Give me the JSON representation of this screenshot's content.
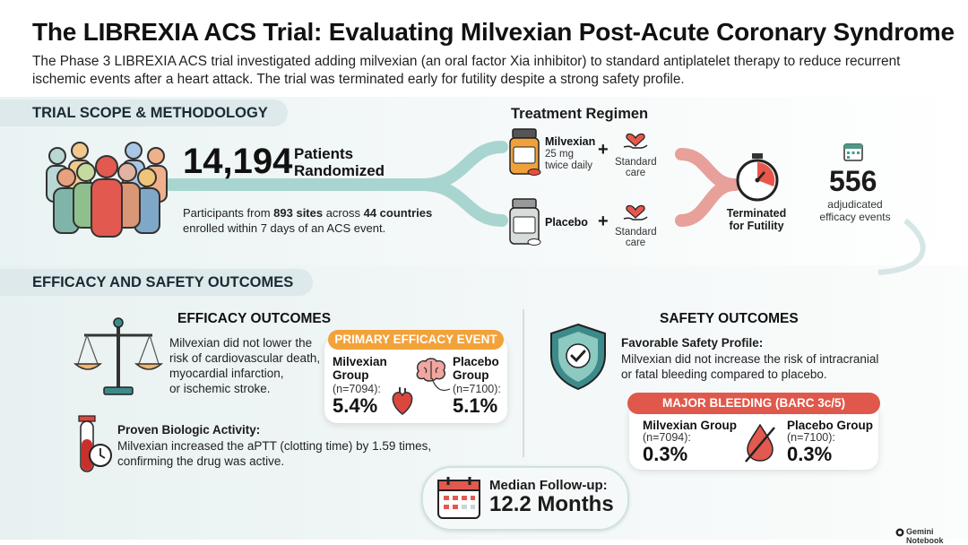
{
  "header": {
    "title": "The LIBREXIA ACS Trial: Evaluating Milvexian Post-Acute Coronary Syndrome",
    "subtitle": "The Phase 3 LIBREXIA ACS trial investigated adding milvexian (an oral factor Xia inhibitor) to standard antiplatelet therapy to reduce recurrent ischemic events after a heart attack. The trial was terminated early for futility despite a strong safety profile."
  },
  "scope": {
    "section_title": "TRIAL SCOPE & METHODOLOGY",
    "patients_number": "14,194",
    "patients_label_1": "Patients",
    "patients_label_2": "Randomized",
    "participants_pre": "Participants from ",
    "sites": "893 sites",
    "participants_mid": " across ",
    "countries": "44 countries",
    "participants_line2": "enrolled within 7 days of an ACS event.",
    "regimen_title": "Treatment Regimen",
    "milvexian_label": "Milvexian",
    "milvexian_dose_1": "25 mg",
    "milvexian_dose_2": "twice daily",
    "placebo_label": "Placebo",
    "plus": "+",
    "standard_1": "Standard",
    "standard_2": "care",
    "terminated_1": "Terminated",
    "terminated_2": "for Futility",
    "events_number": "556",
    "events_label_1": "adjudicated",
    "events_label_2": "efficacy events"
  },
  "outcomes": {
    "section_title": "EFFICACY AND SAFETY OUTCOMES",
    "efficacy_title": "EFFICACY OUTCOMES",
    "efficacy_text": [
      "Milvexian did not lower the",
      "risk of cardiovascular death,",
      "myocardial infarction,",
      "or ischemic stroke."
    ],
    "primary_title": "PRIMARY EFFICACY EVENT",
    "milv_group": [
      "Milvexian",
      "Group"
    ],
    "milv_n": "(n=7094):",
    "milv_efficacy": "5.4%",
    "plac_group": [
      "Placebo",
      "Group"
    ],
    "plac_n": "(n=7100):",
    "plac_efficacy": "5.1%",
    "bio_title": "Proven Biologic Activity:",
    "bio_text_1": "Milvexian increased the aPTT (clotting time) by 1.59 times,",
    "bio_text_2": "confirming the drug was active.",
    "safety_title": "SAFETY OUTCOMES",
    "safety_sub": "Favorable Safety Profile:",
    "safety_text_1": "Milvexian did not increase the risk of intracranial",
    "safety_text_2": "or fatal bleeding compared to placebo.",
    "bleeding_title": "MAJOR BLEEDING (BARC 3c/5)",
    "milv_group_full": "Milvexian Group",
    "plac_group_full": "Placebo Group",
    "milv_bleed": "0.3%",
    "plac_bleed": "0.3%",
    "followup_label": "Median Follow-up:",
    "followup_value": "12.2 Months"
  },
  "footer": {
    "brand": "Gemini Notebook"
  },
  "icons": [
    "people-crowd-icon",
    "pill-bottle-icon",
    "heart-hand-icon",
    "stopwatch-icon",
    "calendar-icon",
    "scales-icon",
    "brain-icon",
    "heart-organ-icon",
    "test-tube-icon",
    "shield-check-icon",
    "blood-drop-icon",
    "brand-logo-icon"
  ],
  "colors": {
    "accent_teal": "#8cc9c0",
    "accent_orange": "#f3a23a",
    "accent_red": "#e0584b",
    "shield_teal": "#3d8a8a"
  }
}
